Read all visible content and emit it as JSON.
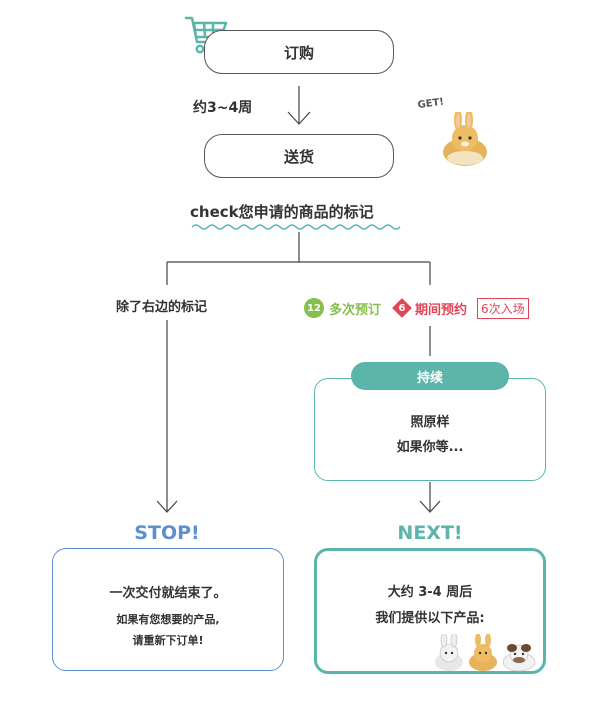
{
  "order": {
    "label": "订购"
  },
  "wait": {
    "label": "约3~4周"
  },
  "delivery": {
    "label": "送货"
  },
  "get_badge": {
    "label": "GET!"
  },
  "check": {
    "label": "check您申请的商品的标记"
  },
  "left_branch": {
    "label": "除了右边的标记"
  },
  "right_branch": {
    "multi": {
      "number": "12",
      "label": "多次预订"
    },
    "period": {
      "number": "6",
      "label": "期间预约"
    },
    "entry": {
      "label": "6次入场"
    }
  },
  "continue_box": {
    "header": "持续",
    "line1": "照原样",
    "line2": "如果你等..."
  },
  "stop": {
    "heading": "STOP!",
    "line1": "一次交付就结束了。",
    "line2": "如果有您想要的产品,",
    "line3": "请重新下订单!"
  },
  "next": {
    "heading": "NEXT!",
    "line1": "大约 3-4 周后",
    "line2": "我们提供以下产品:"
  },
  "colors": {
    "teal": "#5bb5aa",
    "stop_blue": "#5b8fcf",
    "green_badge": "#86c04a",
    "red_badge": "#e0465a",
    "wave": "#5bb5aa"
  }
}
